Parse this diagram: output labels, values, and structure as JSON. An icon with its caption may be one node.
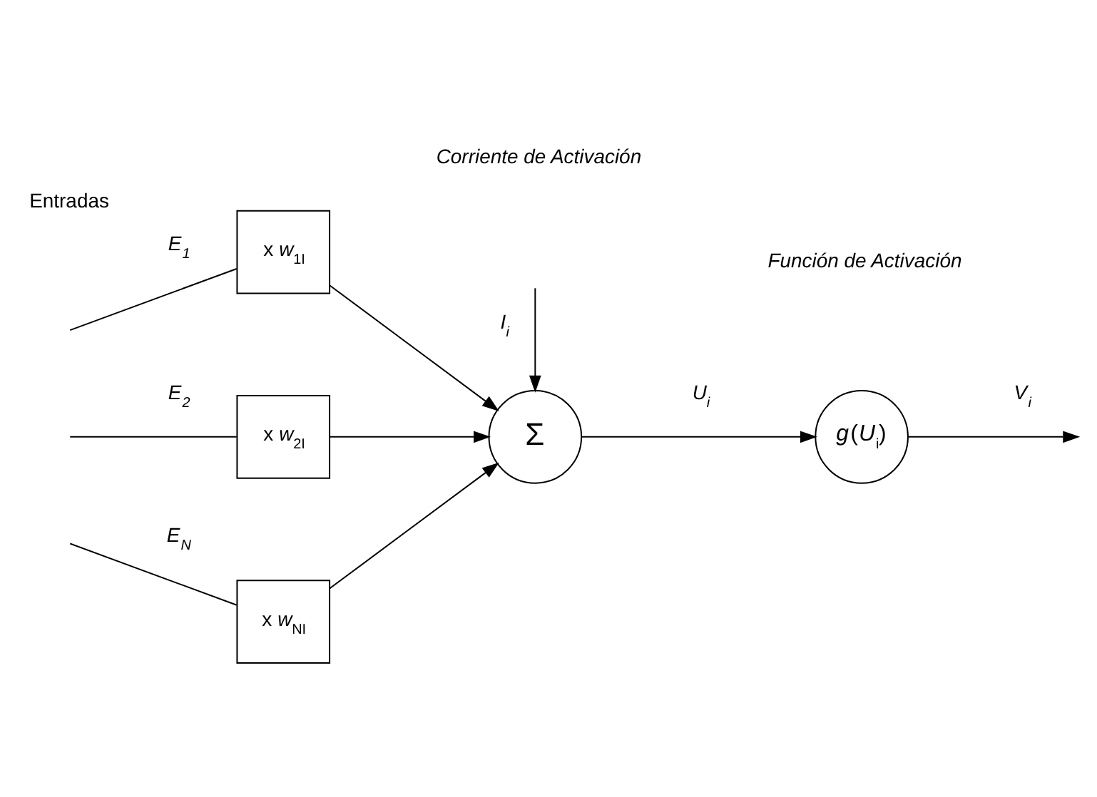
{
  "diagram": {
    "nodes": [
      {
        "text": [
          "x *w*$_{1I}$"
        ]
      },
      {
        "text": [
          "x *w*$_{2I}$"
        ]
      },
      {
        "text": [
          "x *w*$_{NI}$"
        ]
      },
      {
        "text": [
          "Σ"
        ]
      },
      {
        "text": [
          "*g*(*U*$_{i}$)"
        ]
      }
    ],
    "edges": [
      {
        "from": null,
        "to": 0,
        "arrow": "none",
        "label": "E$_{1}$"
      },
      {
        "from": null,
        "to": 1,
        "arrow": "none",
        "label": "E$_{2}$"
      },
      {
        "from": null,
        "to": 2,
        "arrow": "none",
        "label": "E$_{N}$"
      },
      {
        "from": 0,
        "to": 3,
        "arrow": "to"
      },
      {
        "from": 1,
        "to": 3,
        "arrow": "to"
      },
      {
        "from": 2,
        "to": 3,
        "arrow": "to"
      },
      {
        "from": null,
        "to": 3,
        "arrow": "to",
        "label": "I$_{i}$"
      },
      {
        "from": 3,
        "to": 4,
        "arrow": "to",
        "label": "U$_{i}$"
      },
      {
        "from": 4,
        "to": null,
        "arrow": "to",
        "label": "V$_{i}$"
      }
    ],
    "labels": [
      "Entradas",
      "Corriente de Activación",
      "Función de Activación"
    ]
  }
}
